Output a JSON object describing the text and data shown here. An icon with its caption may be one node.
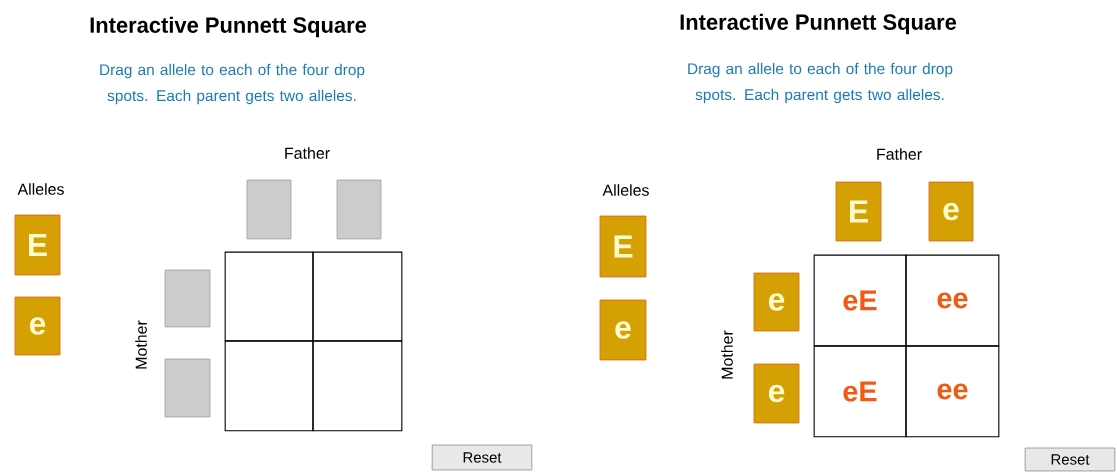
{
  "diagram": {
    "nodes": [
      {
        "text": [
          "E"
        ]
      },
      {
        "text": [
          "e"
        ]
      },
      {
        "text": [],
        "shape": "box"
      },
      {
        "text": [],
        "shape": "box"
      },
      {
        "text": [],
        "shape": "box"
      },
      {
        "text": [],
        "shape": "box"
      },
      {
        "text": [],
        "shape": "box"
      },
      {
        "text": [],
        "shape": "box"
      },
      {
        "text": [],
        "shape": "box"
      },
      {
        "text": [],
        "shape": "box"
      },
      {
        "text": [
          "Reset"
        ]
      },
      {
        "text": [
          "E"
        ]
      },
      {
        "text": [
          "e"
        ]
      },
      {
        "text": [
          "E"
        ]
      },
      {
        "text": [
          "e"
        ]
      },
      {
        "text": [
          "e"
        ]
      },
      {
        "text": [
          "e"
        ]
      },
      {
        "text": [
          "eE"
        ]
      },
      {
        "text": [
          "ee"
        ]
      },
      {
        "text": [
          "eE"
        ]
      },
      {
        "text": [
          "ee"
        ]
      },
      {
        "text": [
          "Reset"
        ]
      }
    ],
    "labels": [
      "Interactive Punnett Square",
      "Drag an allele to each of the four drop spots. Each parent gets two alleles.",
      "Father",
      "Alleles",
      "Mother",
      "Interactive Punnett Square",
      "Drag an allele to each of the four drop spots. Each parent gets two alleles.",
      "Father",
      "Alleles",
      "Mother"
    ]
  }
}
